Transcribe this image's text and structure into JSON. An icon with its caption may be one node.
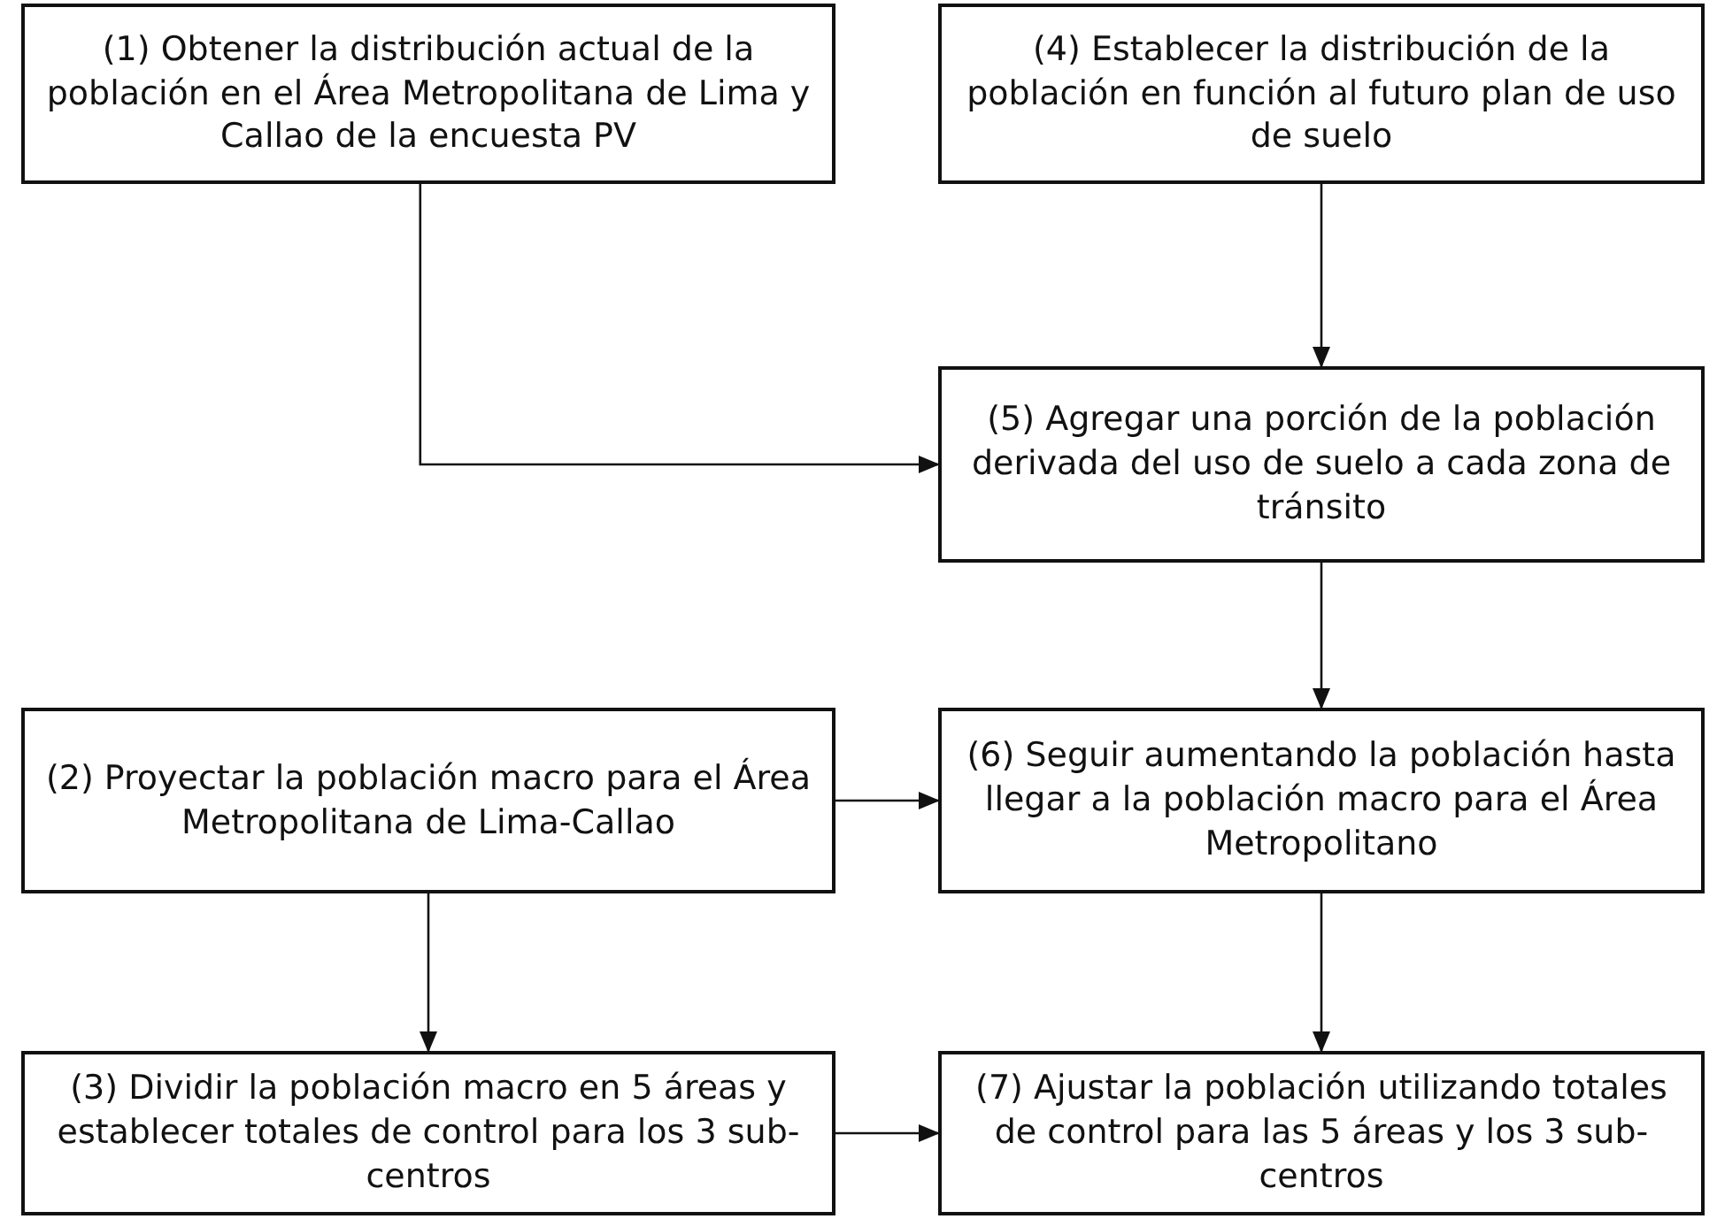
{
  "diagram": {
    "nodes": [
      {
        "text": [
          "(1) Obtener la distribución actual de la población en el Área Metropolitana de Lima y Callao de la encuesta PV"
        ]
      },
      {
        "text": [
          "(4) Establecer la distribución de la población en función al futuro plan de uso de suelo"
        ]
      },
      {
        "text": [
          "(5) Agregar una porción de la población derivada del uso de suelo a cada zona de tránsito"
        ]
      },
      {
        "text": [
          "(2) Proyectar la población macro para el Área Metropolitana de Lima-Callao"
        ]
      },
      {
        "text": [
          "(6) Seguir aumentando la población hasta llegar a la población macro para el Área Metropolitano"
        ]
      },
      {
        "text": [
          "(3) Dividir la población macro en 5 áreas y establecer totales de control para los 3 sub-centros"
        ]
      },
      {
        "text": [
          "(7) Ajustar la población utilizando totales de control para las 5 áreas y los 3 sub-centros"
        ]
      }
    ],
    "edges": [
      {
        "from": 0,
        "to": 2,
        "arrow": "to"
      },
      {
        "from": 1,
        "to": 2,
        "arrow": "to"
      },
      {
        "from": 2,
        "to": 4,
        "arrow": "to"
      },
      {
        "from": 3,
        "to": 4,
        "arrow": "to"
      },
      {
        "from": 3,
        "to": 5,
        "arrow": "to"
      },
      {
        "from": 4,
        "to": 6,
        "arrow": "to"
      },
      {
        "from": 5,
        "to": 6,
        "arrow": "to"
      }
    ]
  }
}
